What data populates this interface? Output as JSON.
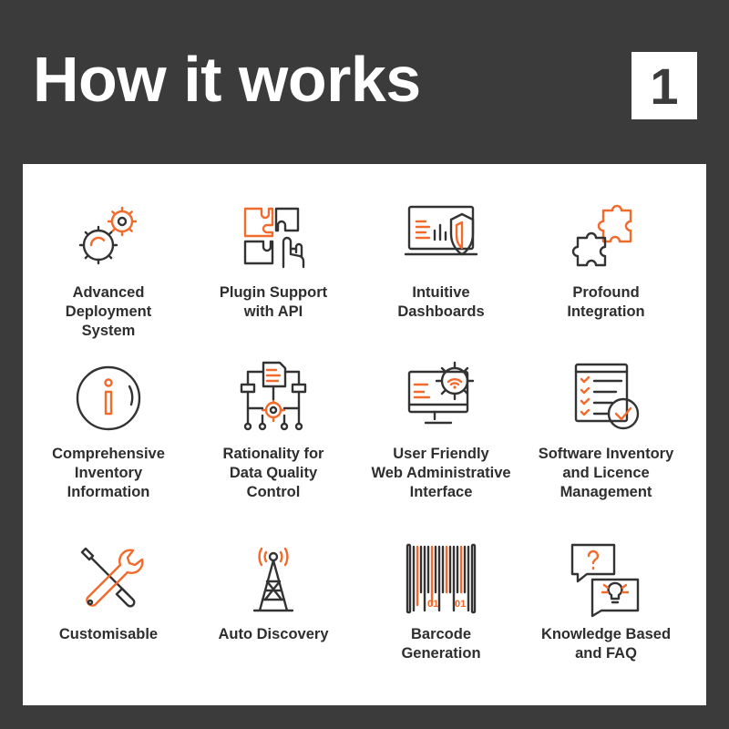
{
  "header": {
    "title": "How it works",
    "page_number": "1"
  },
  "colors": {
    "background": "#3b3b3b",
    "panel": "#ffffff",
    "accent": "#f26a2c",
    "icon_stroke": "#333333"
  },
  "features": [
    {
      "label": "Advanced\nDeployment\nSystem",
      "icon": "gears-icon"
    },
    {
      "label": "Plugin Support\nwith API",
      "icon": "puzzle-touch-icon"
    },
    {
      "label": "Intuitive\nDashboards",
      "icon": "dashboard-shield-icon"
    },
    {
      "label": "Profound\nIntegration",
      "icon": "puzzle-pieces-icon"
    },
    {
      "label": "Comprehensive\nInventory\nInformation",
      "icon": "info-icon"
    },
    {
      "label": "Rationality for\nData Quality\nControl",
      "icon": "document-flow-icon"
    },
    {
      "label": "User Friendly\nWeb Administrative\nInterface",
      "icon": "monitor-gear-icon"
    },
    {
      "label": "Software Inventory\nand Licence\nManagement",
      "icon": "checklist-icon"
    },
    {
      "label": "Customisable",
      "icon": "tools-icon"
    },
    {
      "label": "Auto Discovery",
      "icon": "antenna-tower-icon"
    },
    {
      "label": "Barcode\nGeneration",
      "icon": "barcode-icon"
    },
    {
      "label": "Knowledge Based\nand FAQ",
      "icon": "chat-bubbles-icon"
    }
  ]
}
